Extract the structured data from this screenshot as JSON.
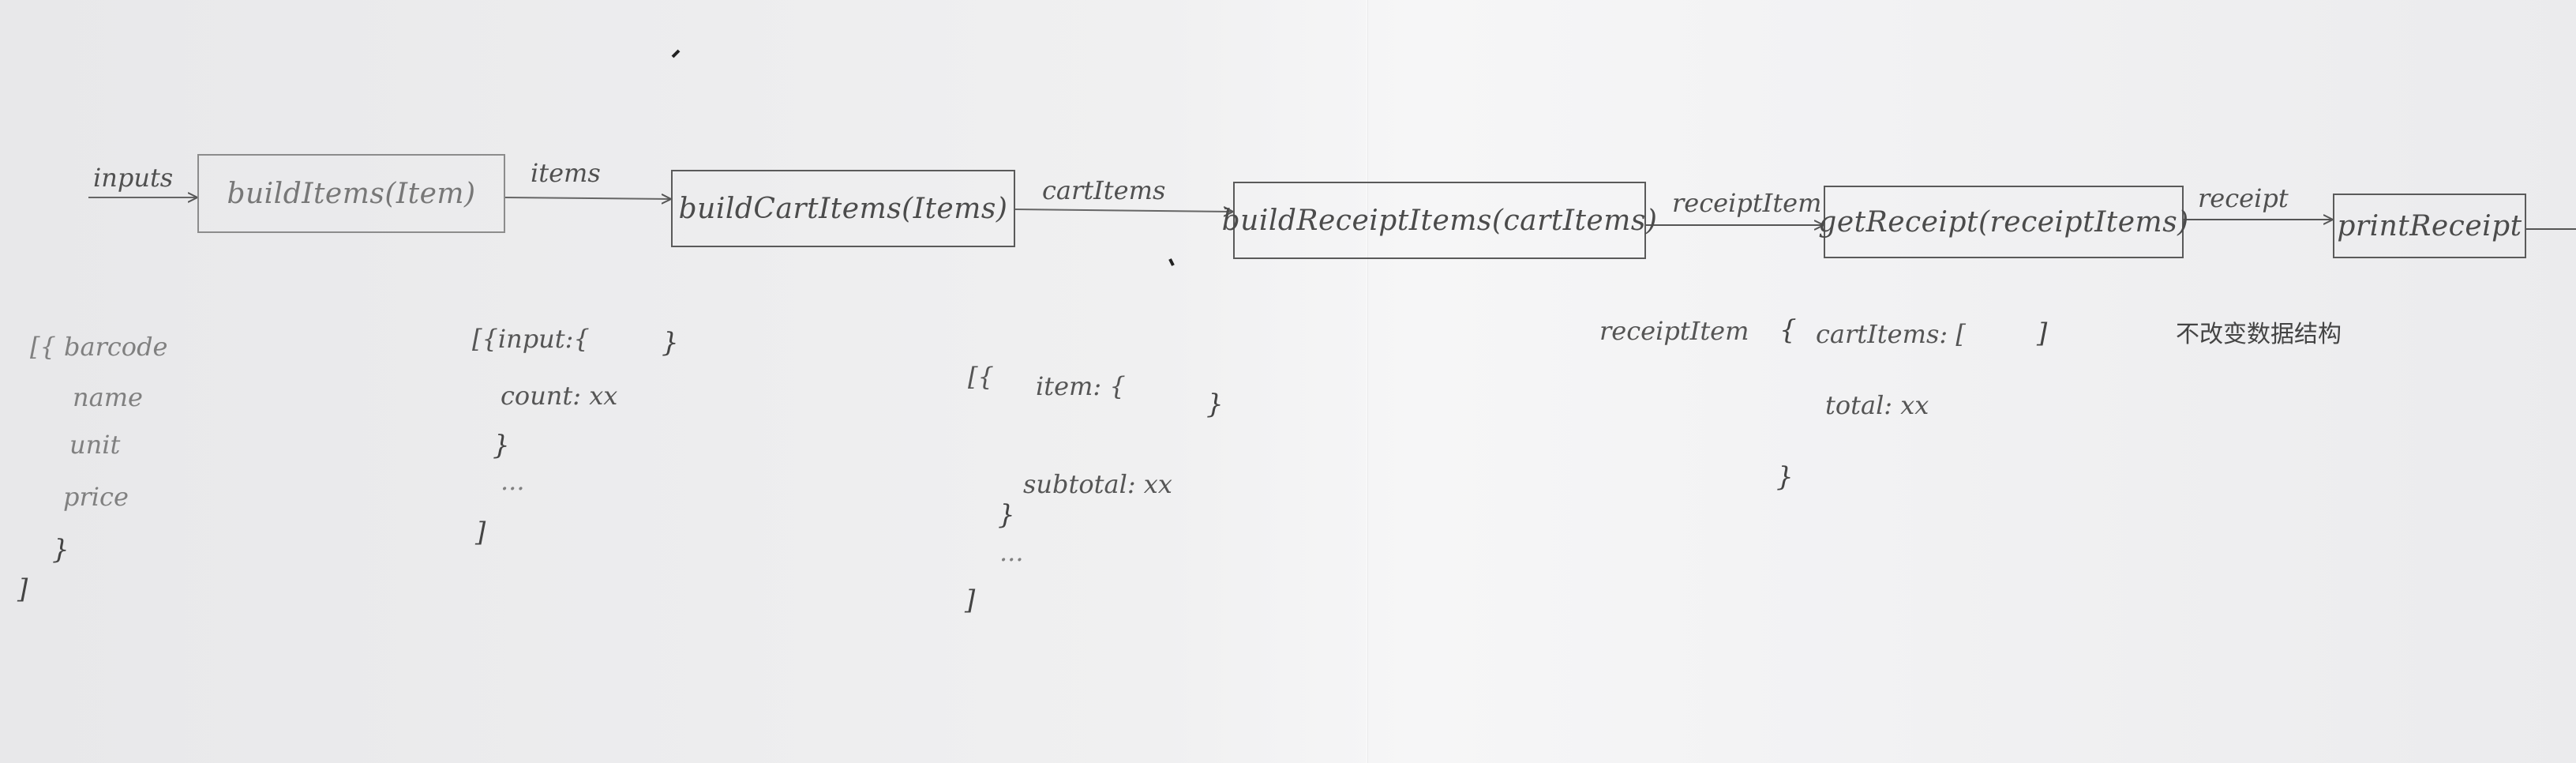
{
  "flow": {
    "input_label": "inputs",
    "nodes": [
      "buildItems(Item)",
      "buildCartItems(Items)",
      "buildReceiptItems(cartItems)",
      "getReceipt(receiptItems)",
      "printReceipt"
    ],
    "edges": [
      "items",
      "cartItems",
      "receiptItem",
      "receipt"
    ]
  },
  "notes": {
    "item_structure": {
      "open": "[{ barcode",
      "fields": [
        "name",
        "unit",
        "price"
      ],
      "close_inner": "}",
      "close_outer": "]"
    },
    "items_structure": {
      "open": "[{input:{",
      "open_close": "}",
      "count": "count: xx",
      "close_inner": "}",
      "ellipsis": "...",
      "close_outer": "]"
    },
    "cart_items_structure": {
      "open": "[{",
      "item": "item: {",
      "item_close": "}",
      "subtotal": "subtotal: xx",
      "close_inner": "}",
      "ellipsis": "...",
      "close_outer": "]"
    },
    "receipt_item_structure": {
      "label": "receiptItem",
      "open": "{",
      "cart_items": "cartItems: [",
      "cart_items_close": "]",
      "total": "total: xx",
      "close": "}"
    },
    "immutable_note": "不改变数据结构"
  }
}
